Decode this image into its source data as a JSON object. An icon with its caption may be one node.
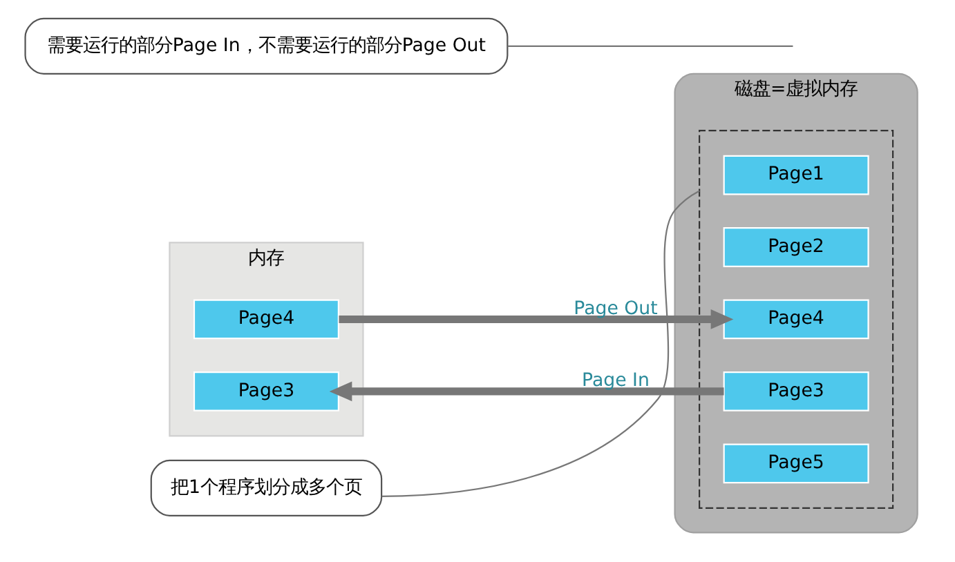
{
  "diagram": {
    "nodes": [
      {
        "text": [
          "内存"
        ]
      },
      {
        "text": [
          "Page3"
        ],
        "in": 0
      },
      {
        "text": [
          "Page4"
        ],
        "in": 0
      },
      {
        "text": [
          "磁盘=虚拟内存"
        ]
      },
      {
        "text": [],
        "shape": "box",
        "in": 3
      },
      {
        "text": [
          "Page1"
        ],
        "in": 4
      },
      {
        "text": [
          "Page2"
        ],
        "in": 4
      },
      {
        "text": [
          "Page3"
        ],
        "in": 4
      },
      {
        "text": [
          "Page4"
        ],
        "in": 4
      },
      {
        "text": [
          "Page5"
        ],
        "in": 4
      },
      {
        "text": [
          "需要运行的部分Page In，不需要运行的部分Page Out"
        ]
      },
      {
        "text": [
          "把1个程序划分成多个页"
        ]
      }
    ],
    "edges": [
      {
        "from": 7,
        "to": 1,
        "arrow": "to",
        "label": "Page In",
        "style": "thick"
      },
      {
        "from": 2,
        "to": 8,
        "arrow": "to",
        "label": "Page Out",
        "style": "thick"
      },
      {
        "from": 10,
        "to": null,
        "arrow": "none"
      },
      {
        "from": 11,
        "to": 4,
        "arrow": "none"
      }
    ]
  }
}
